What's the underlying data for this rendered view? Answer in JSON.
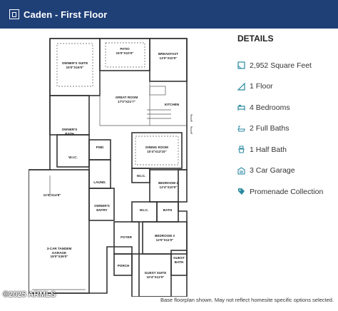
{
  "header": {
    "title": "Caden - First Floor"
  },
  "details": {
    "heading": "DETAILS",
    "items": [
      {
        "icon": "square-feet-icon",
        "label": "2,952 Square Feet"
      },
      {
        "icon": "floor-icon",
        "label": "1 Floor"
      },
      {
        "icon": "bed-icon",
        "label": "4 Bedrooms"
      },
      {
        "icon": "bath-icon",
        "label": "2 Full Baths"
      },
      {
        "icon": "half-bath-icon",
        "label": "1 Half Bath"
      },
      {
        "icon": "garage-icon",
        "label": "3 Car Garage"
      },
      {
        "icon": "tag-icon",
        "label": "Promenade Collection"
      }
    ]
  },
  "rooms": {
    "patio": "PATIO",
    "patio_size": "15'0\"X10'0\"",
    "breakfast": "BREAKFAST",
    "breakfast_size": "13'0\"X10'0\"",
    "owners_suite": "OWNER'S SUITE",
    "owners_suite_size": "15'0\"X16'0\"",
    "great_room": "GREAT ROOM",
    "great_room_size": "17'0\"X21'7\"",
    "kitchen": "KITCHEN",
    "owners_bath": "OWNER'S BATH",
    "wic": "W.I.C.",
    "pwd": "PWD",
    "dining_room": "DINING ROOM",
    "dining_room_size": "10'4\"X13'10\"",
    "laund": "LAUND.",
    "wic2": "W.I.C.",
    "bedroom2": "BEDROOM 2",
    "bedroom2_size": "12'4\"X10'0\"",
    "owners_entry": "OWNER'S ENTRY",
    "wic3": "W.I.C.",
    "bath": "BATH",
    "garage_dims": "11'0\"X14'8\"",
    "garage": "3-CAR TANDEM GARAGE",
    "garage_size": "19'0\"X39'0\"",
    "foyer": "FOYER",
    "bedroom3": "BEDROOM 3",
    "bedroom3_size": "12'0\"X11'0\"",
    "guest_bath": "GUEST BATH",
    "porch": "PORCH",
    "guest_suite": "GUEST SUITE",
    "guest_suite_size": "10'4\"X12'0\""
  },
  "footnote": "Base floorplan shown. May not reflect homesite specific options selected.",
  "copyright": "2025 ARMLS",
  "colors": {
    "header_bg": "#1f3f77",
    "icon_teal": "#2a8aa0"
  }
}
